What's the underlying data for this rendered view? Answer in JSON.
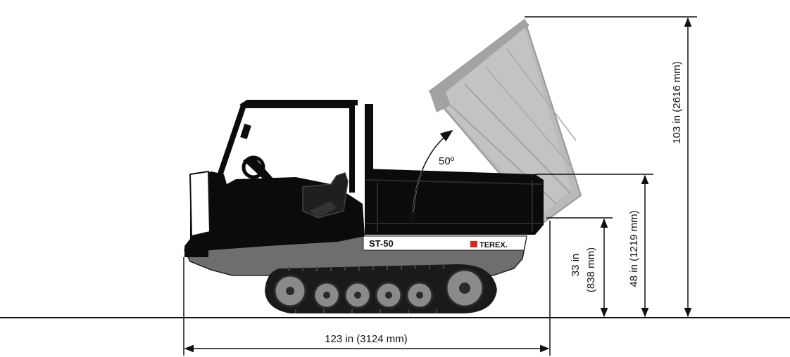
{
  "dimensions": {
    "overall_height": "103 in (2616 mm)",
    "bed_raised_pivot_height": "48 in (1219 mm)",
    "bed_height_line1": "33 in",
    "bed_height_line2": "(838 mm)",
    "overall_length": "123 in (3124 mm)",
    "dump_angle": "50º"
  },
  "decals": {
    "model": "ST-50",
    "brand": "TEREX."
  },
  "colors": {
    "line": "#111111",
    "body": "#0b0b0b",
    "track": "#1a1a1a",
    "wheel": "#8a8a8a",
    "raised_bed": "#a8a8a8",
    "chassis": "#6e6e6e",
    "accent": "#d9261c"
  }
}
